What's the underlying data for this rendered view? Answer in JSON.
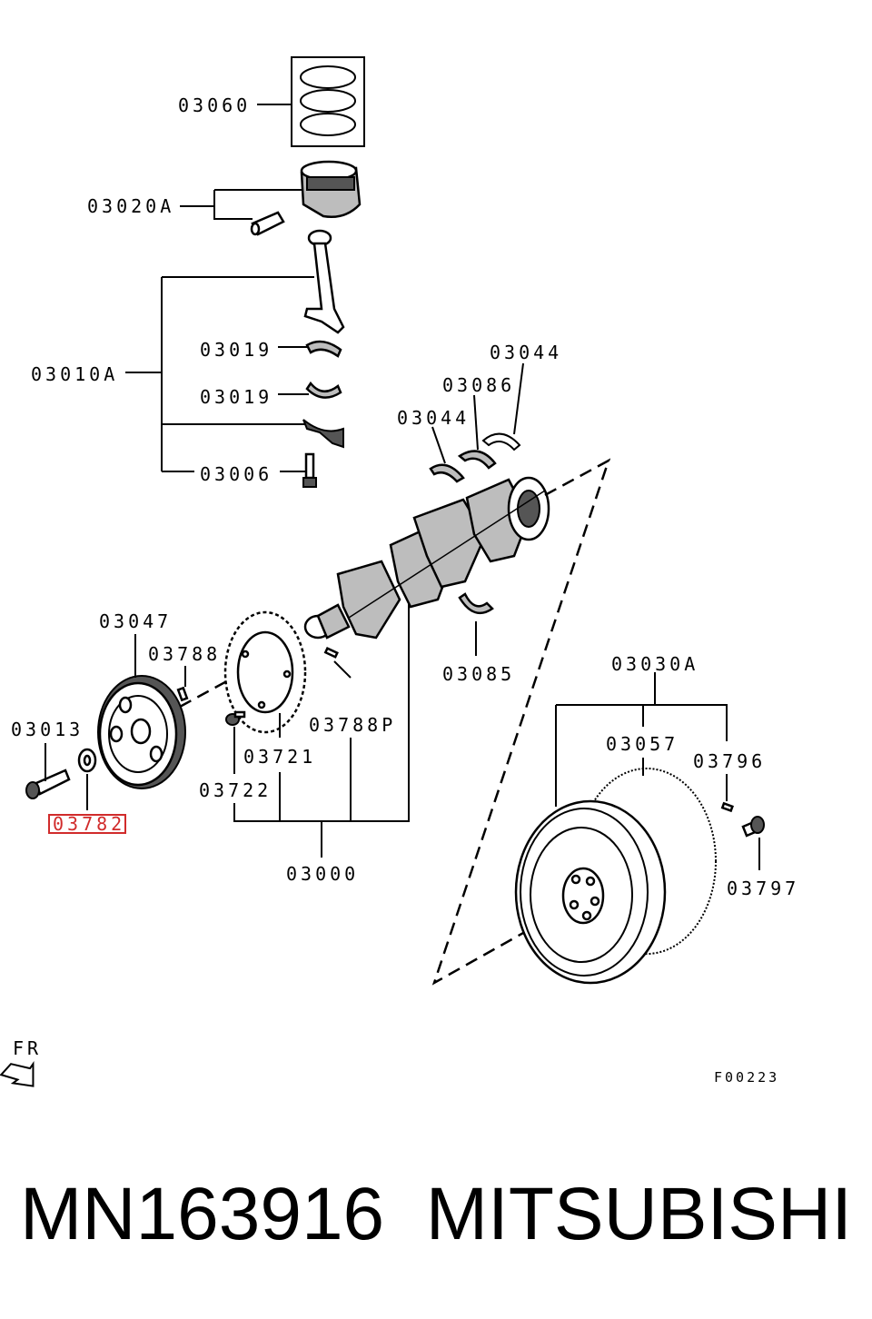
{
  "labels": {
    "piston_rings": "03060",
    "piston_set": "03020A",
    "connecting_rod_set": "03010A",
    "rod_bearing_upper": "03019",
    "rod_bearing_lower": "03019",
    "rod_bolt": "03006",
    "thrust_bearing_left": "03044",
    "thrust_bearing_right": "03044",
    "main_bearing_upper": "03086",
    "main_bearing_lower": "03085",
    "damper_pulley": "03047",
    "pin_front": "03788",
    "pulley_bolt": "03013",
    "washer": "03782",
    "sensor_plate": "03721",
    "plate_screw": "03722",
    "pin_rear": "03788P",
    "crankshaft_assy": "03000",
    "flywheel_assy": "03030A",
    "ring_gear": "03057",
    "flywheel_pin": "03796",
    "flywheel_bolt": "03797"
  },
  "highlighted_label": "washer",
  "highlight_color": "#d12b2b",
  "direction": {
    "text": "FR",
    "icon": "arrow-fr-icon"
  },
  "diagram_code": "F00223",
  "caption": {
    "part_number": "MN163916",
    "brand": "MITSUBISHI"
  }
}
